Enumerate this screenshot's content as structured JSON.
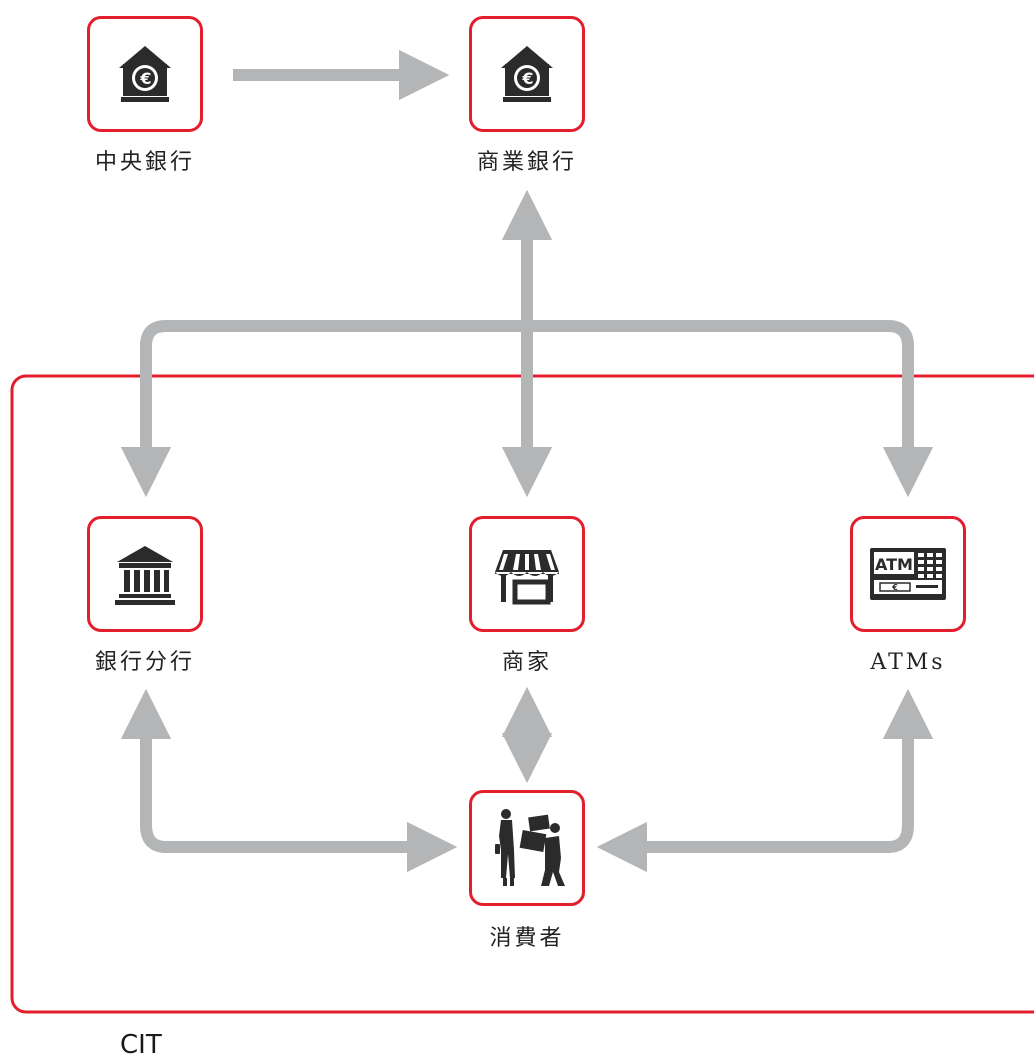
{
  "diagram": {
    "nodes": {
      "central_bank": {
        "label": "中央銀行",
        "icon": "euro-bank-icon"
      },
      "commercial_bank": {
        "label": "商業銀行",
        "icon": "euro-bank-icon"
      },
      "bank_branch": {
        "label": "銀行分行",
        "icon": "bank-building-icon"
      },
      "merchant": {
        "label": "商家",
        "icon": "storefront-icon"
      },
      "atm": {
        "label": "ATMs",
        "icon": "atm-machine-icon",
        "screen_text": "ATM"
      },
      "consumer": {
        "label": "消費者",
        "icon": "shoppers-icon"
      }
    },
    "region_label": "CIT",
    "colors": {
      "accent": "#e31e2d",
      "arrow": "#b4b5b7",
      "icon": "#2b2b2b"
    }
  }
}
